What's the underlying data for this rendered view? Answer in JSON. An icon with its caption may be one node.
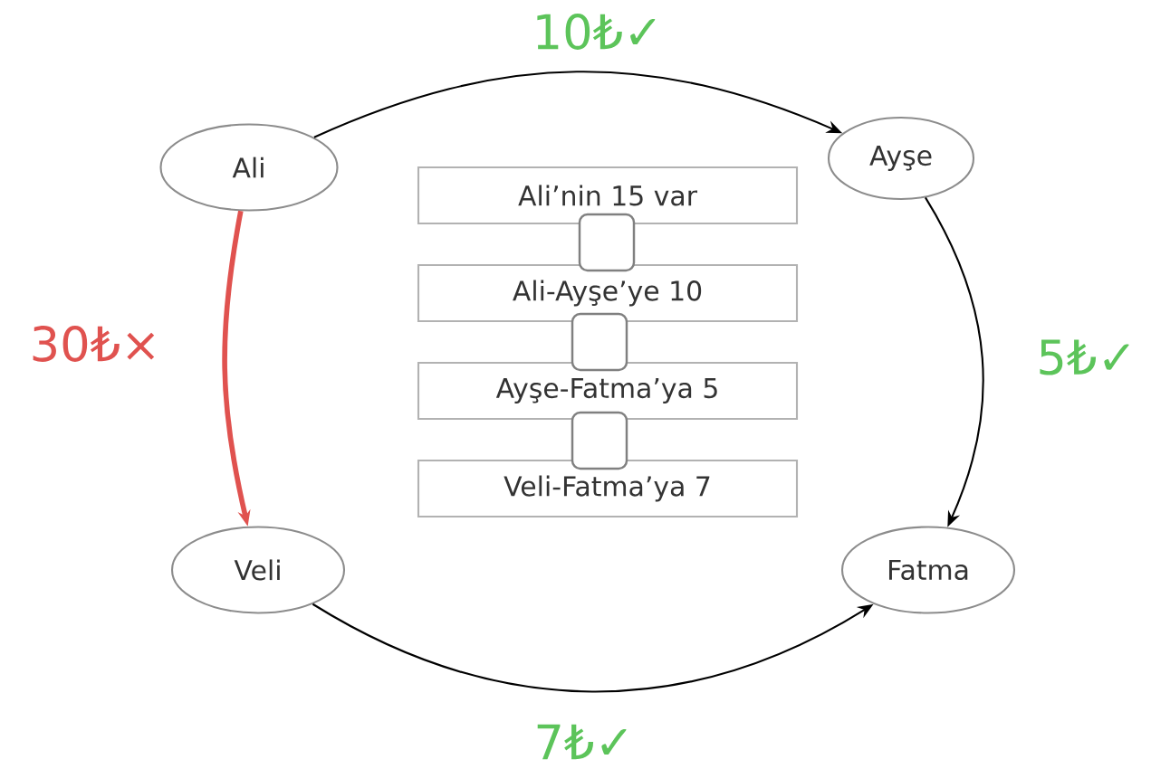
{
  "diagram": {
    "nodes": [
      {
        "text": [
          "Ali"
        ]
      },
      {
        "text": [
          "Ayşe"
        ]
      },
      {
        "text": [
          "Ali’nin 15 var"
        ]
      },
      {
        "text": [],
        "shape": "box"
      },
      {
        "text": [
          "Ali-Ayşe’ye 10"
        ]
      },
      {
        "text": [],
        "shape": "box"
      },
      {
        "text": [
          "Ayşe-Fatma’ya 5"
        ]
      },
      {
        "text": [],
        "shape": "box"
      },
      {
        "text": [
          "Veli-Fatma’ya 7"
        ]
      },
      {
        "text": [
          "Veli"
        ]
      },
      {
        "text": [
          "Fatma"
        ]
      }
    ],
    "edges": [
      {
        "from": 0,
        "to": 1,
        "arrow": "to",
        "label": "10₺✓"
      },
      {
        "from": 1,
        "to": 10,
        "arrow": "to",
        "label": "5₺✓"
      },
      {
        "from": 9,
        "to": 10,
        "arrow": "to",
        "label": "7₺✓"
      },
      {
        "from": 0,
        "to": 9,
        "arrow": "to",
        "label": "30₺×",
        "style": "thick",
        "color": "#e0524f"
      }
    ]
  }
}
